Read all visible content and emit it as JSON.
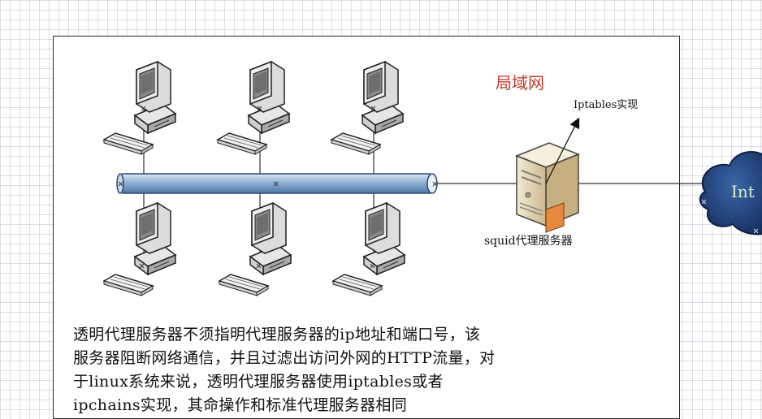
{
  "diagram": {
    "lan_title": "局域网",
    "iptables_label": "Iptables实现",
    "squid_label": "squid代理服务器",
    "internet_label": "Int",
    "description_lines": [
      "透明代理服务器不须指明代理服务器的ip地址和端口号，该",
      "服务器阻断网络通信，并且过滤出访问外网的HTTP流量，对",
      "于linux系统来说，透明代理服务器使用iptables或者",
      "ipchains实现，其命操作和标准代理服务器相同"
    ]
  }
}
